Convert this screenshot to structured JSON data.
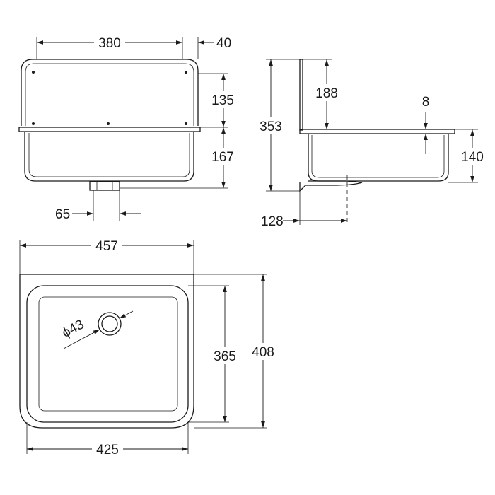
{
  "dimensions": {
    "front_width": "380",
    "back_depth": "40",
    "backsplash_height": "135",
    "basin_depth": "167",
    "drain_offset": "65",
    "side_total_height": "353",
    "side_backsplash_height": "188",
    "rim_thickness": "8",
    "side_basin_height": "140",
    "drain_from_wall": "128",
    "top_outer_width": "457",
    "top_bowl_depth": "365",
    "top_outer_depth": "408",
    "top_bowl_width": "425",
    "drain_diameter": "ϕ43"
  }
}
